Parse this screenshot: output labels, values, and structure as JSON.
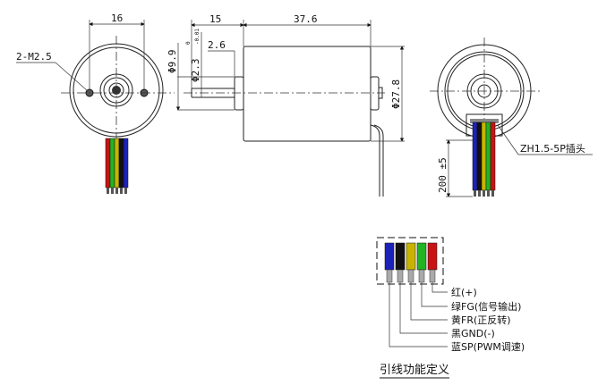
{
  "title": "Motor outline drawing",
  "front_view": {
    "hole_spacing": "16",
    "hole_label": "2-M2.5"
  },
  "side_view": {
    "shaft_length": "15",
    "body_length": "37.6",
    "boss_diameter": "Φ9.9",
    "shaft_diameter": "Φ2.3",
    "shaft_tolerance_upper": "0",
    "shaft_tolerance_lower": "-0.01",
    "boss_thickness": "2.6",
    "body_diameter": "Φ27.8"
  },
  "rear_view": {
    "lead_length": "200 ±5",
    "connector_label": "ZH1.5-5P插头"
  },
  "wire_colors": {
    "blue": "#1c22b8",
    "black": "#111111",
    "yellow": "#c8b400",
    "green": "#22b422",
    "red": "#c81414"
  },
  "lead_definition": {
    "items": [
      {
        "label": "红(+)"
      },
      {
        "label": "绿FG(信号输出)"
      },
      {
        "label": "黄FR(正反转)"
      },
      {
        "label": "黑GND(-)"
      },
      {
        "label": "蓝SP(PWM调速)"
      }
    ],
    "caption": "引线功能定义"
  }
}
